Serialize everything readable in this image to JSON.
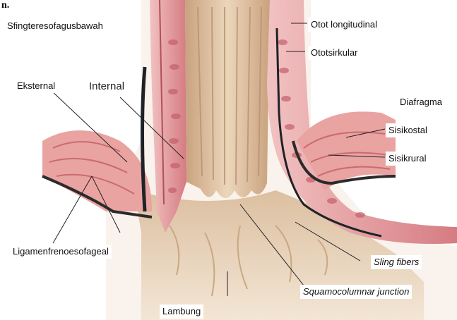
{
  "labels": {
    "top_fragment": "n.",
    "sfingter": "Sfingteresofagusbawah",
    "eksternal": "Eksternal",
    "internal": "Internal",
    "ligamen": "Ligamenfrenoesofageal",
    "lambung": "Lambung",
    "otot_longitudinal": "Otot longitudinal",
    "otot_sirkular": "Ototsirkular",
    "diafragma": "Diafragma",
    "sisi_kostal": "Sisikostal",
    "sisi_krural": "Sisikrural",
    "sling_fibers": "Sling fibers",
    "squamocolumnar": "Squamocolumnar junction"
  },
  "colors": {
    "muscle": "#e3969a",
    "muscle_dark": "#c86a70",
    "mucosa": "#d9b99a",
    "mucosa_light": "#ead2b6",
    "lining": "#2b2b2b",
    "stomach": "#e5cdb0"
  }
}
